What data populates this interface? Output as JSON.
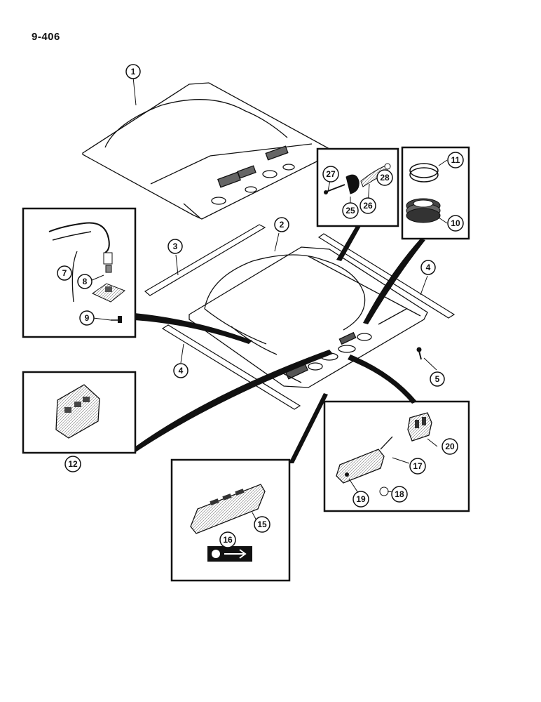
{
  "page_number": "9-406",
  "callouts": [
    "1",
    "2",
    "3",
    "4",
    "4",
    "5",
    "7",
    "8",
    "9",
    "10",
    "11",
    "12",
    "15",
    "16",
    "17",
    "18",
    "19",
    "20",
    "25",
    "26",
    "27",
    "28"
  ],
  "colors": {
    "ink": "#111111",
    "paper": "#ffffff",
    "shade": "#c8c8c8"
  }
}
